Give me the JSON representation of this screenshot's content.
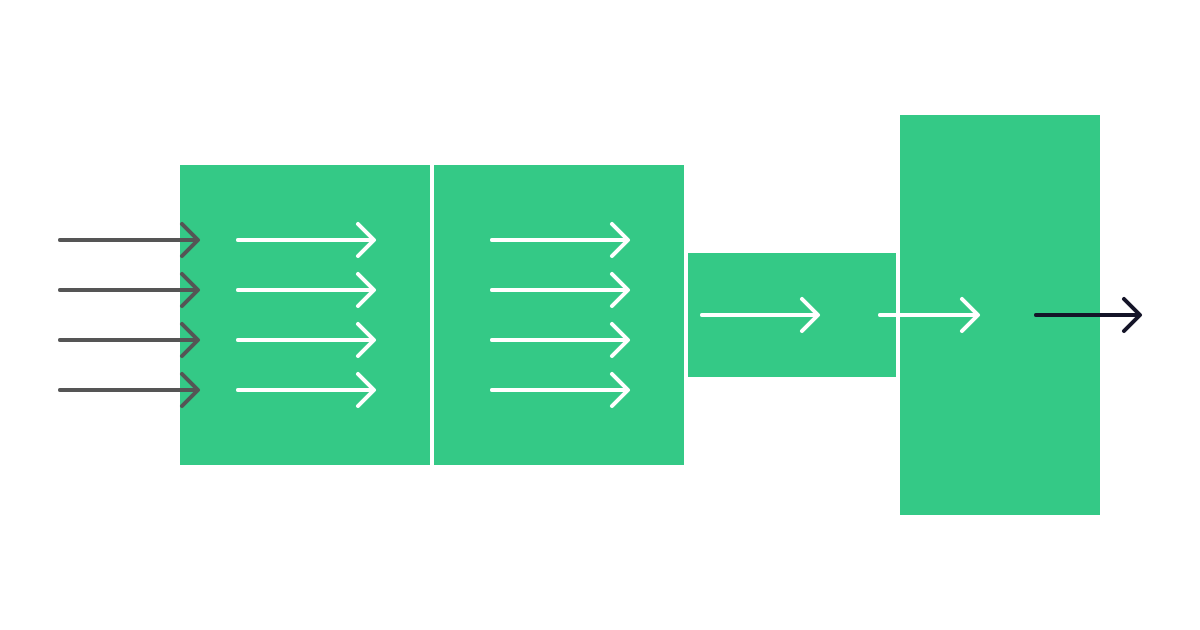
{
  "diagram": {
    "colors": {
      "background": "#ffffff",
      "block": "#34c986",
      "input_arrow": "#555555",
      "internal_arrow": "#ffffff",
      "output_arrow": "#141428"
    },
    "blocks": [
      {
        "id": "stage-1",
        "arrows_inside": 4
      },
      {
        "id": "stage-2",
        "arrows_inside": 4
      },
      {
        "id": "stage-3",
        "arrows_inside": 1
      },
      {
        "id": "stage-4",
        "arrows_inside": 1
      }
    ],
    "inputs": {
      "count": 4
    },
    "outputs": {
      "count": 1
    }
  }
}
